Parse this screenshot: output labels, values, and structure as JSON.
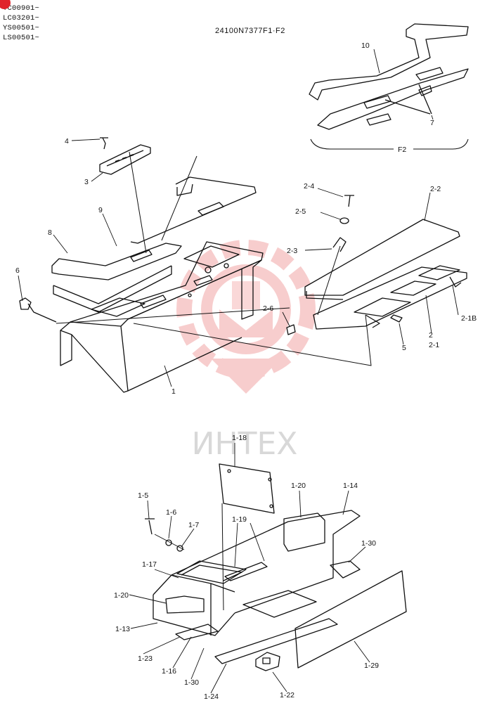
{
  "header": {
    "serials": [
      "TC00901~",
      "LC03201~",
      "YS00501~",
      "LS00501~"
    ],
    "drawing_code": "24100N7377F1·F2"
  },
  "watermark": {
    "text": "ИНТЕХ",
    "color": "#f0a0a0"
  },
  "labels": {
    "p10": "10",
    "p7": "7",
    "f2": "F2",
    "p4": "4",
    "p3": "3",
    "p9": "9",
    "p8": "8",
    "p6": "6",
    "p1": "1",
    "p2_4": "2-4",
    "p2_5": "2-5",
    "p2_3": "2-3",
    "p2_2": "2-2",
    "p2_6": "2-6",
    "p2_1b": "2-1B",
    "p2": "2",
    "p2_1": "2-1",
    "p5": "5",
    "p1_18": "1-18",
    "p1_20a": "1-20",
    "p1_14": "1-14",
    "p1_5": "1-5",
    "p1_6": "1-6",
    "p1_7": "1-7",
    "p1_19": "1-19",
    "p1_30a": "1-30",
    "p1_17": "1-17",
    "p1_20b": "1-20",
    "p1_13": "1-13",
    "p1_23": "1-23",
    "p1_16": "1-16",
    "p1_30b": "1-30",
    "p1_24": "1-24",
    "p1_22": "1-22",
    "p1_29": "1-29"
  }
}
